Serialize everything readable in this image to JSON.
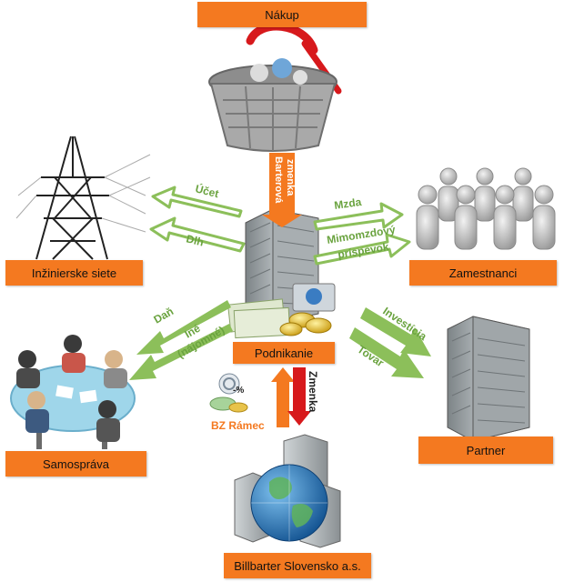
{
  "nodes": {
    "nakup": "Nákup",
    "siete": "Inžinierske siete",
    "zamestnanci": "Zamestnanci",
    "podnikanie": "Podnikanie",
    "samosprava": "Samospráva",
    "partner": "Partner",
    "billbarter": "Billbarter Slovensko a.s."
  },
  "flows": {
    "barter_1": "Barterová",
    "barter_2": "zmenka",
    "ucet": "Účet",
    "dlh": "Dlh",
    "mzda": "Mzda",
    "mimo_1": "Mimomzdový",
    "mimo_2": "príspevok",
    "dan": "Daň",
    "ine_1": "Iné",
    "ine_2": "(nájomné)",
    "investicia": "Investícia",
    "tovar": "Tovar",
    "zmenka": "Zmenka",
    "bz_ramec": "BZ Rámec",
    "percent": "-%"
  },
  "icons": [
    "shopping-basket",
    "power-pylon",
    "employees-group",
    "office-building",
    "meeting-table",
    "partner-building",
    "globe-buildings",
    "money-cards"
  ],
  "colors": {
    "box": "#f47920",
    "arrow_green": "#8cbf5a",
    "arrow_orange": "#f47920",
    "arrow_red": "#d7191c"
  }
}
